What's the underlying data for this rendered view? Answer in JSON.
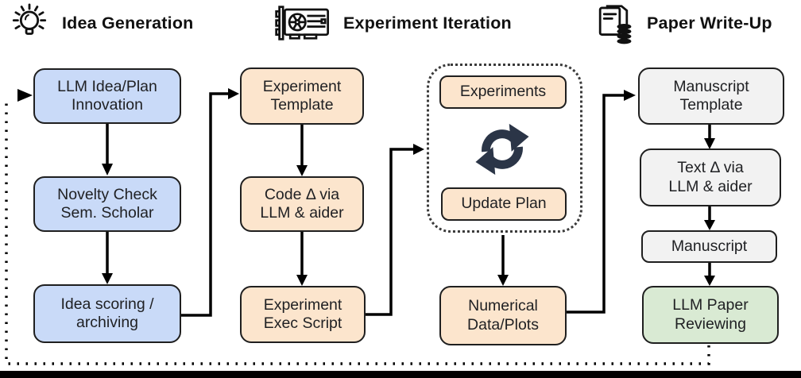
{
  "sections": [
    {
      "label": "Idea Generation",
      "icon": "lightbulb-icon"
    },
    {
      "label": "Experiment Iteration",
      "icon": "gpu-card-icon"
    },
    {
      "label": "Paper Write-Up",
      "icon": "paper-database-icon"
    }
  ],
  "nodes": [
    {
      "id": "llm-idea-plan",
      "text": "LLM Idea/Plan\nInnovation",
      "color": "blue"
    },
    {
      "id": "novelty-check",
      "text": "Novelty Check\nSem. Scholar",
      "color": "blue"
    },
    {
      "id": "idea-scoring",
      "text": "Idea scoring /\narchiving",
      "color": "blue"
    },
    {
      "id": "experiment-template",
      "text": "Experiment\nTemplate",
      "color": "orange"
    },
    {
      "id": "code-delta-aider",
      "text": "Code Δ via\nLLM & aider",
      "color": "orange"
    },
    {
      "id": "experiment-exec",
      "text": "Experiment\nExec Script",
      "color": "orange"
    },
    {
      "id": "experiments",
      "text": "Experiments",
      "color": "orange"
    },
    {
      "id": "update-plan",
      "text": "Update Plan",
      "color": "orange"
    },
    {
      "id": "numerical-data",
      "text": "Numerical\nData/Plots",
      "color": "orange"
    },
    {
      "id": "manuscript-template",
      "text": "Manuscript\nTemplate",
      "color": "gray"
    },
    {
      "id": "text-delta-aider",
      "text": "Text Δ via\nLLM & aider",
      "color": "gray"
    },
    {
      "id": "manuscript",
      "text": "Manuscript",
      "color": "gray"
    },
    {
      "id": "llm-paper-reviewing",
      "text": "LLM Paper\nReviewing",
      "color": "green"
    }
  ],
  "group": {
    "name": "experiment-iteration-loop",
    "border": "dotted",
    "contains": [
      "experiments",
      "update-plan"
    ],
    "icon": "sync-loop-icon"
  },
  "edges": [
    {
      "from": "llm-idea-plan",
      "to": "novelty-check",
      "style": "solid"
    },
    {
      "from": "novelty-check",
      "to": "idea-scoring",
      "style": "solid"
    },
    {
      "from": "idea-scoring",
      "to": "experiment-template",
      "style": "solid"
    },
    {
      "from": "experiment-template",
      "to": "code-delta-aider",
      "style": "solid"
    },
    {
      "from": "code-delta-aider",
      "to": "experiment-exec",
      "style": "solid"
    },
    {
      "from": "experiment-exec",
      "to": "experiment-iteration-loop",
      "style": "solid"
    },
    {
      "from": "experiment-iteration-loop",
      "to": "numerical-data",
      "style": "solid"
    },
    {
      "from": "numerical-data",
      "to": "manuscript-template",
      "style": "solid"
    },
    {
      "from": "manuscript-template",
      "to": "text-delta-aider",
      "style": "solid"
    },
    {
      "from": "text-delta-aider",
      "to": "manuscript",
      "style": "solid"
    },
    {
      "from": "manuscript",
      "to": "llm-paper-reviewing",
      "style": "solid"
    },
    {
      "from": "llm-paper-reviewing",
      "to": "llm-idea-plan",
      "style": "dotted-feedback"
    }
  ],
  "colors": {
    "blue": "#c9daf8",
    "orange": "#fce5cd",
    "gray": "#f2f2f2",
    "green": "#d9ead3",
    "node_border": "#1f1f1f",
    "arrow": "#000000",
    "loop_icon": "#2b3547"
  }
}
